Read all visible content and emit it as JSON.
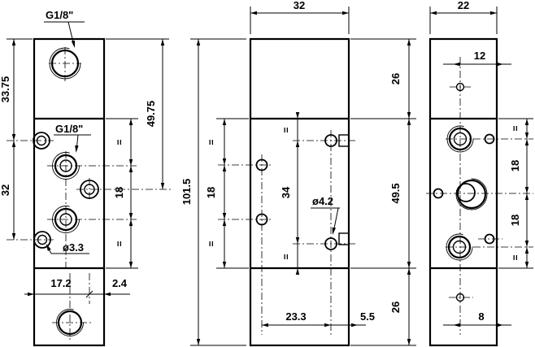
{
  "left_view": {
    "thread_top": "G1/8\"",
    "thread_mid": "G1/8\"",
    "hole_dia": "ø3.3",
    "dim_height_top": "33.75",
    "dim_height_mid": "32",
    "dim_height_right": "49.75",
    "eq_upper": "=",
    "dim_pitch": "18",
    "eq_lower": "=",
    "dim_width_main": "17.2",
    "dim_width_edge": "2.4"
  },
  "middle_view": {
    "dim_width": "32",
    "dim_total_height": "101.5",
    "dim_section_top": "26",
    "dim_section_mid": "49.5",
    "dim_section_bottom": "26",
    "eq_left_upper": "=",
    "dim_pitch_left": "18",
    "eq_left_lower": "=",
    "eq_right_upper": "=",
    "dim_pitch_right": "34",
    "eq_right_lower": "=",
    "hole_dia": "ø4.2",
    "dim_span_main": "23.3",
    "dim_span_edge": "5.5"
  },
  "right_view": {
    "dim_width": "22",
    "dim_hole_offset": "12",
    "eq_upper": "=",
    "dim_pitch_1": "18",
    "dim_pitch_2": "18",
    "eq_lower": "=",
    "dim_bottom_offset": "8"
  }
}
